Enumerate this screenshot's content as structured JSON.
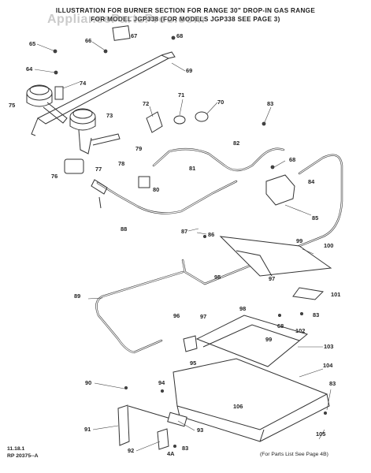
{
  "header": {
    "line1": "ILLUSTRATION FOR BURNER SECTION FOR RANGE 30\" DROP-IN GAS RANGE",
    "line2": "FOR MODEL JGP338 (FOR MODELS JGP338 SEE PAGE 3)"
  },
  "watermark": "AppliancePartsPros.com",
  "labels": [
    {
      "id": "65",
      "text": "65"
    },
    {
      "id": "66",
      "text": "66"
    },
    {
      "id": "67",
      "text": "67"
    },
    {
      "id": "68a",
      "text": "68"
    },
    {
      "id": "69",
      "text": "69"
    },
    {
      "id": "64",
      "text": "64"
    },
    {
      "id": "74",
      "text": "74"
    },
    {
      "id": "75",
      "text": "75"
    },
    {
      "id": "72",
      "text": "72"
    },
    {
      "id": "71",
      "text": "71"
    },
    {
      "id": "70",
      "text": "70"
    },
    {
      "id": "83a",
      "text": "83"
    },
    {
      "id": "73",
      "text": "73"
    },
    {
      "id": "79",
      "text": "79"
    },
    {
      "id": "78",
      "text": "78"
    },
    {
      "id": "77",
      "text": "77"
    },
    {
      "id": "82",
      "text": "82"
    },
    {
      "id": "81",
      "text": "81"
    },
    {
      "id": "68b",
      "text": "68"
    },
    {
      "id": "76",
      "text": "76"
    },
    {
      "id": "80",
      "text": "80"
    },
    {
      "id": "84",
      "text": "84"
    },
    {
      "id": "85",
      "text": "85"
    },
    {
      "id": "88",
      "text": "88"
    },
    {
      "id": "87",
      "text": "87"
    },
    {
      "id": "86",
      "text": "86"
    },
    {
      "id": "99a",
      "text": "99"
    },
    {
      "id": "100",
      "text": "100"
    },
    {
      "id": "95a",
      "text": "95"
    },
    {
      "id": "97a",
      "text": "97"
    },
    {
      "id": "89",
      "text": "89"
    },
    {
      "id": "101",
      "text": "101"
    },
    {
      "id": "98",
      "text": "98"
    },
    {
      "id": "83b",
      "text": "83"
    },
    {
      "id": "68c",
      "text": "68"
    },
    {
      "id": "102",
      "text": "102"
    },
    {
      "id": "96",
      "text": "96"
    },
    {
      "id": "97b",
      "text": "97"
    },
    {
      "id": "99b",
      "text": "99"
    },
    {
      "id": "103",
      "text": "103"
    },
    {
      "id": "95b",
      "text": "95"
    },
    {
      "id": "104",
      "text": "104"
    },
    {
      "id": "90",
      "text": "90"
    },
    {
      "id": "94",
      "text": "94"
    },
    {
      "id": "106",
      "text": "106"
    },
    {
      "id": "83c",
      "text": "83"
    },
    {
      "id": "91",
      "text": "91"
    },
    {
      "id": "93",
      "text": "93"
    },
    {
      "id": "105",
      "text": "105"
    },
    {
      "id": "92",
      "text": "92"
    },
    {
      "id": "4a",
      "text": "4A"
    },
    {
      "id": "83d",
      "text": "83"
    }
  ],
  "footer": {
    "code": "11.18.1",
    "part": "RP 20375--A",
    "note": "(For Parts List See Page 4B)"
  }
}
